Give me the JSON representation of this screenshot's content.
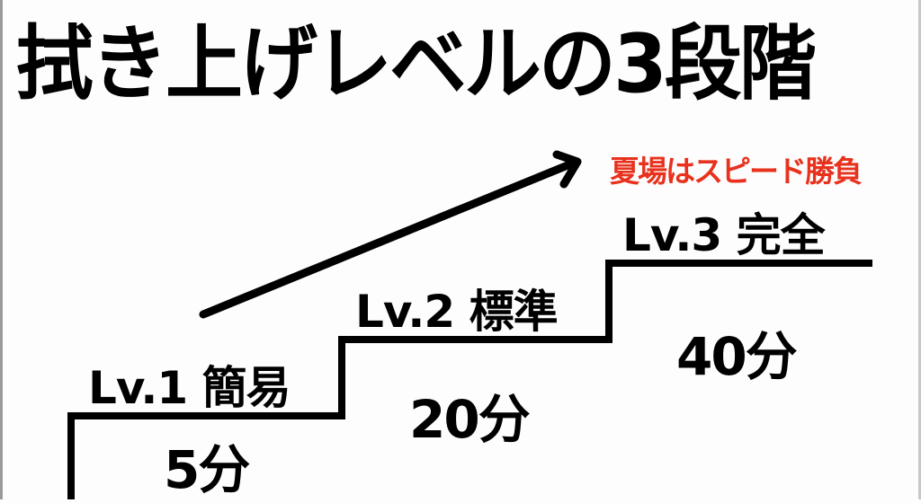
{
  "title": "拭き上げレベルの3段階",
  "note": {
    "text": "夏場はスピード勝負",
    "color": "#e8321d"
  },
  "levels": [
    {
      "label": "Lv.1 簡易",
      "time": "5分"
    },
    {
      "label": "Lv.2 標準",
      "time": "20分"
    },
    {
      "label": "Lv.3 完全",
      "time": "40分"
    }
  ],
  "icons": {
    "arrow": "arrow-up-right-icon"
  }
}
